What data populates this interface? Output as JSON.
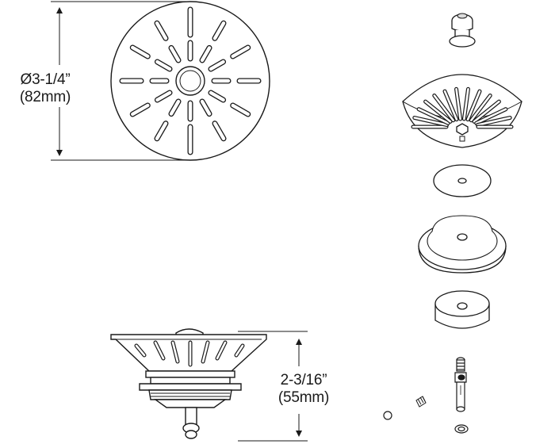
{
  "dimensions": {
    "diameter": {
      "imperial": "Ø3-1/4”",
      "metric": "(82mm)"
    },
    "height": {
      "imperial": "2-3/16”",
      "metric": "(55mm)"
    }
  },
  "colors": {
    "line": "#1a1a1a",
    "fill": "#ffffff",
    "shade": "#d6d6d6"
  },
  "parts": [
    "knob-icon",
    "strainer-basket-icon",
    "rubber-washer-icon",
    "seal-housing-icon",
    "rubber-stopper-icon",
    "threaded-post-icon",
    "set-screw-icon",
    "small-ball-icon",
    "o-ring-icon"
  ]
}
